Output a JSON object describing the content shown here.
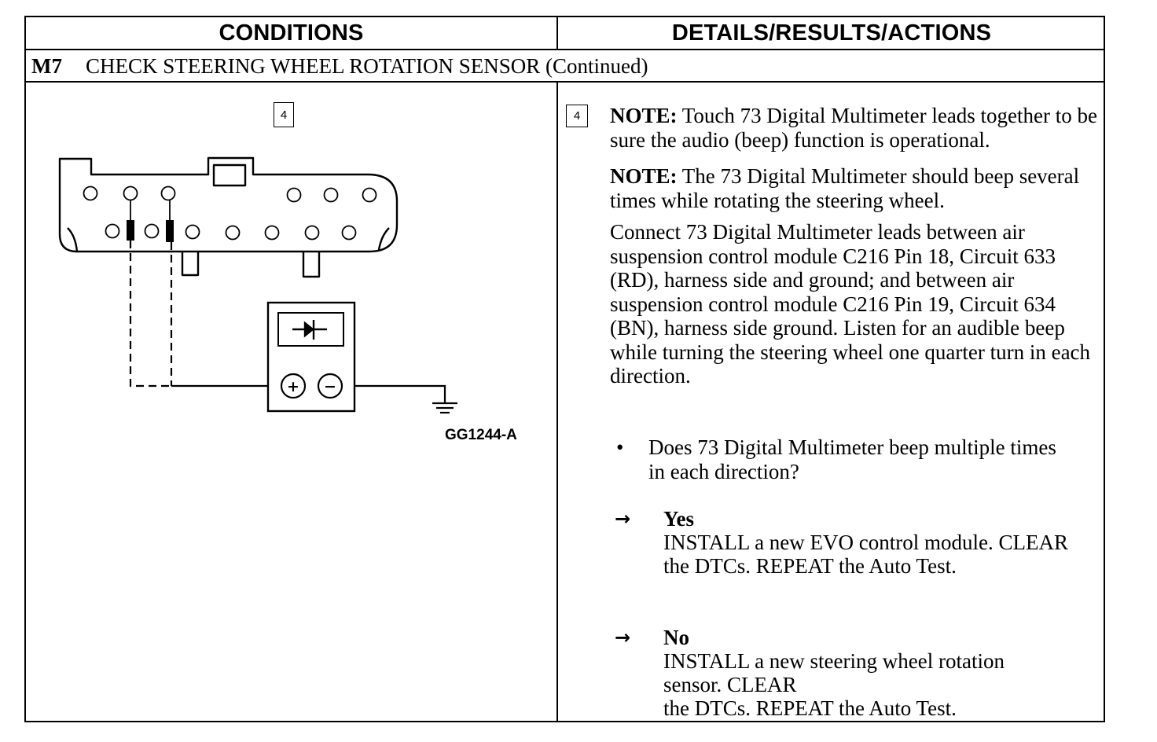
{
  "header": {
    "left": "CONDITIONS",
    "right": "DETAILS/RESULTS/ACTIONS"
  },
  "step": {
    "code": "M7",
    "title": "CHECK STEERING WHEEL ROTATION SENSOR (Continued)"
  },
  "diagram": {
    "box_label": "4",
    "figure_id": "GG1244-A",
    "meter_plus": "+",
    "meter_minus": "−"
  },
  "details": {
    "box_label": "4",
    "note1_label": "NOTE:",
    "note1_text": " Touch 73 Digital Multimeter leads together to be sure the audio (beep) function is operational.",
    "note2_label": "NOTE:",
    "note2_text": " The 73 Digital Multimeter should beep several times while rotating the steering wheel.",
    "connect_text": "Connect 73 Digital Multimeter leads between air suspension control module C216 Pin 18, Circuit 633 (RD), harness side and ground; and between air suspension control module C216 Pin 19, Circuit 634 (BN), harness side ground. Listen for an audible beep while turning the steering wheel one quarter turn in each direction.",
    "bullet": "•",
    "question": "Does 73 Digital Multimeter beep multiple times in each direction?",
    "arrow": "→",
    "yes_label": "Yes",
    "yes_text": "INSTALL a new EVO control module. CLEAR the DTCs. REPEAT the Auto Test.",
    "no_label": "No",
    "no_line1": "INSTALL a new steering wheel rotation",
    "no_line2": "sensor.  CLEAR",
    "no_line3": "the DTCs. REPEAT the Auto Test."
  }
}
